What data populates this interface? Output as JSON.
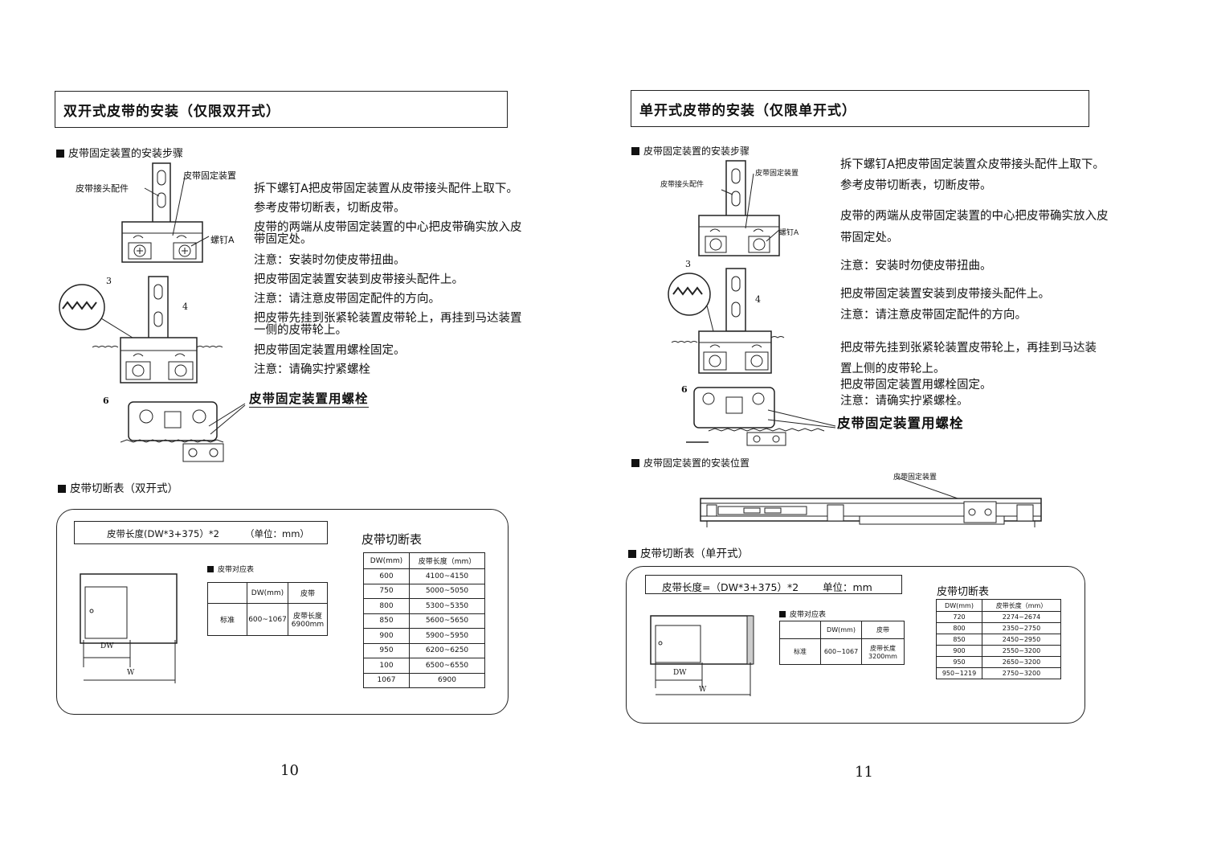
{
  "left": {
    "title": "双开式皮带的安装（仅限双开式）",
    "install_heading": "皮带固定装置的安装步骤",
    "diagram_labels": {
      "connector": "皮带接头配件",
      "fixing": "皮带固定装置",
      "screw": "螺钉A",
      "step3": "3",
      "step4": "4",
      "step6": "6",
      "bolt_callout": "皮带固定装置用螺栓"
    },
    "steps": [
      "拆下螺钉A把皮带固定装置从皮带接头配件上取下。",
      "参考皮带切断表，切断皮带。",
      "皮带的两端从皮带固定装置的中心把皮带确实放入皮",
      "带固定处。",
      "注意：安装时勿使皮带扭曲。",
      "把皮带固定装置安装到皮带接头配件上。",
      "注意：请注意皮带固定配件的方向。",
      "把皮带先挂到张紧轮装置皮带轮上，再挂到马达装置",
      "一侧的皮带轮上。",
      "把皮带固定装置用螺栓固定。",
      "注意：请确实拧紧螺栓"
    ],
    "cut_heading": "皮带切断表（双开式）",
    "formula": "皮带长度(DW*3+375）*2",
    "unit": "（单位：mm）",
    "table_title": "皮带切断表",
    "corr_heading": "皮带对应表",
    "corr": {
      "h_dw": "DW(mm)",
      "h_belt": "皮带",
      "row_label": "标准",
      "row_dw": "600~1067",
      "row_belt": "皮带长度 6900mm"
    },
    "door_dw": "DW",
    "door_w": "W",
    "cut_table": {
      "headers": [
        "DW(mm)",
        "皮带长度（mm）"
      ],
      "rows": [
        [
          "600",
          "4100~4150"
        ],
        [
          "750",
          "5000~5050"
        ],
        [
          "800",
          "5300~5350"
        ],
        [
          "850",
          "5600~5650"
        ],
        [
          "900",
          "5900~5950"
        ],
        [
          "950",
          "6200~6250"
        ],
        [
          "100",
          "6500~6550"
        ],
        [
          "1067",
          "6900"
        ]
      ]
    },
    "page_number": "10"
  },
  "right": {
    "title": "单开式皮带的安装（仅限单开式）",
    "install_heading": "皮带固定装置的安装步骤",
    "diagram_labels": {
      "connector": "皮带接头配件",
      "fixing": "皮带固定装置",
      "screw": "螺钉A",
      "step3": "3",
      "step4": "4",
      "step6": "6",
      "bolt_callout": "皮带固定装置用螺栓"
    },
    "steps": [
      "拆下螺钉A把皮带固定装置众皮带接头配件上取下。",
      "参考皮带切断表，切断皮带。",
      "皮带的两端从皮带固定装置的中心把皮带确实放入皮",
      "带固定处。",
      "注意：安装时勿使皮带扭曲。",
      "把皮带固定装置安装到皮带接头配件上。",
      "注意：请注意皮带固定配件的方向。",
      "把皮带先挂到张紧轮装置皮带轮上，再挂到马达装",
      "置上侧的皮带轮上。",
      "把皮带固定装置用螺栓固定。",
      "注意：请确实拧紧螺栓。"
    ],
    "position_heading": "皮带固定装置的安装位置",
    "position_label": "皮带固定装置",
    "cut_heading": "皮带切断表（单开式）",
    "formula": "皮带长度=（DW*3+375）*2",
    "unit": "单位：mm",
    "table_title": "皮带切断表",
    "corr_heading": "皮带对应表",
    "corr": {
      "h_dw": "DW(mm)",
      "h_belt": "皮带",
      "row_label": "标准",
      "row_dw": "600~1067",
      "row_belt": "皮带长度 3200mm"
    },
    "door_dw": "DW",
    "door_w": "W",
    "cut_table": {
      "headers": [
        "DW(mm)",
        "皮带长度（mm）"
      ],
      "rows": [
        [
          "720",
          "2274~2674"
        ],
        [
          "800",
          "2350~2750"
        ],
        [
          "850",
          "2450~2950"
        ],
        [
          "900",
          "2550~3200"
        ],
        [
          "950",
          "2650~3200"
        ],
        [
          "950~1219",
          "2750~3200"
        ]
      ]
    },
    "page_number": "11"
  }
}
